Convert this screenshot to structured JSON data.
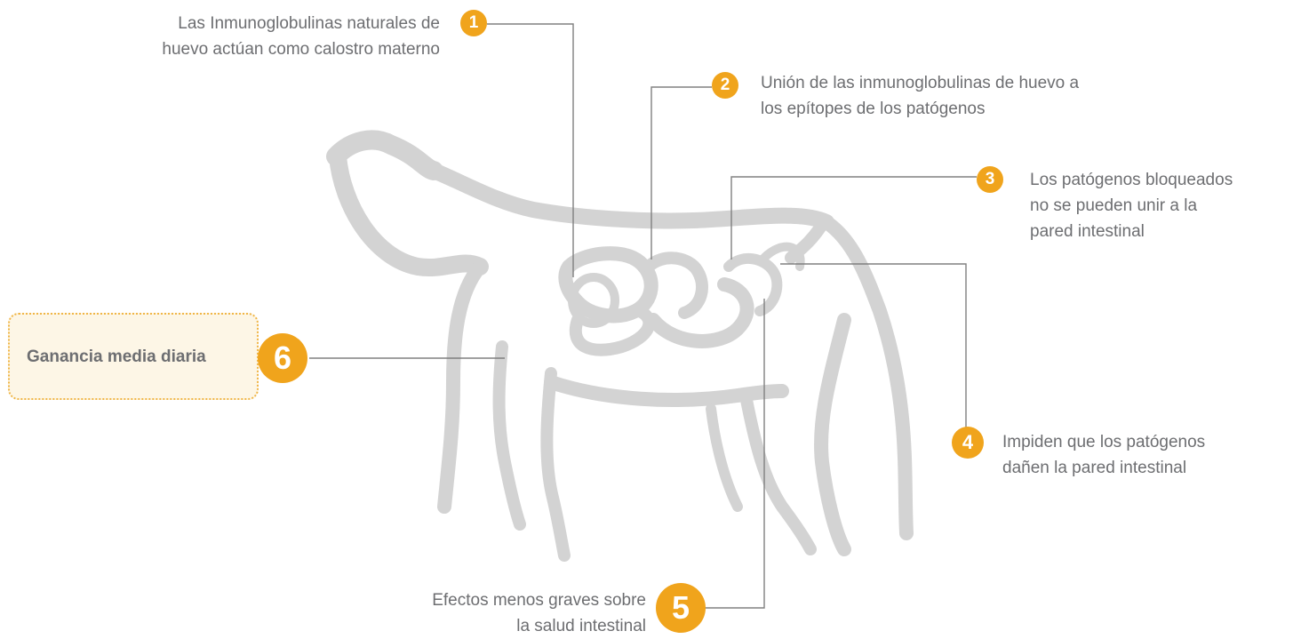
{
  "diagram": {
    "steps": [
      {
        "number": "1",
        "lines": [
          "Las Inmunoglobulinas naturales de",
          "huevo actúan como calostro materno"
        ]
      },
      {
        "number": "2",
        "lines": [
          "Unión de las inmunoglobulinas de huevo a",
          "los epítopes de los patógenos"
        ]
      },
      {
        "number": "3",
        "lines": [
          "Los patógenos bloqueados",
          "no se pueden unir a la",
          "pared intestinal"
        ]
      },
      {
        "number": "4",
        "lines": [
          "Impiden que los patógenos",
          "dañen la pared intestinal"
        ]
      },
      {
        "number": "5",
        "lines": [
          "Efectos menos graves sobre",
          "la salud intestinal"
        ]
      },
      {
        "number": "6",
        "lines": [
          "Ganancia media diaria"
        ]
      }
    ],
    "colors": {
      "badge": "#f0a41c",
      "text": "#6d6e71",
      "silhouette": "#d3d3d3",
      "connector": "#808080",
      "highlight_fill": "#fdf6e6",
      "highlight_border": "#f0b648"
    }
  }
}
